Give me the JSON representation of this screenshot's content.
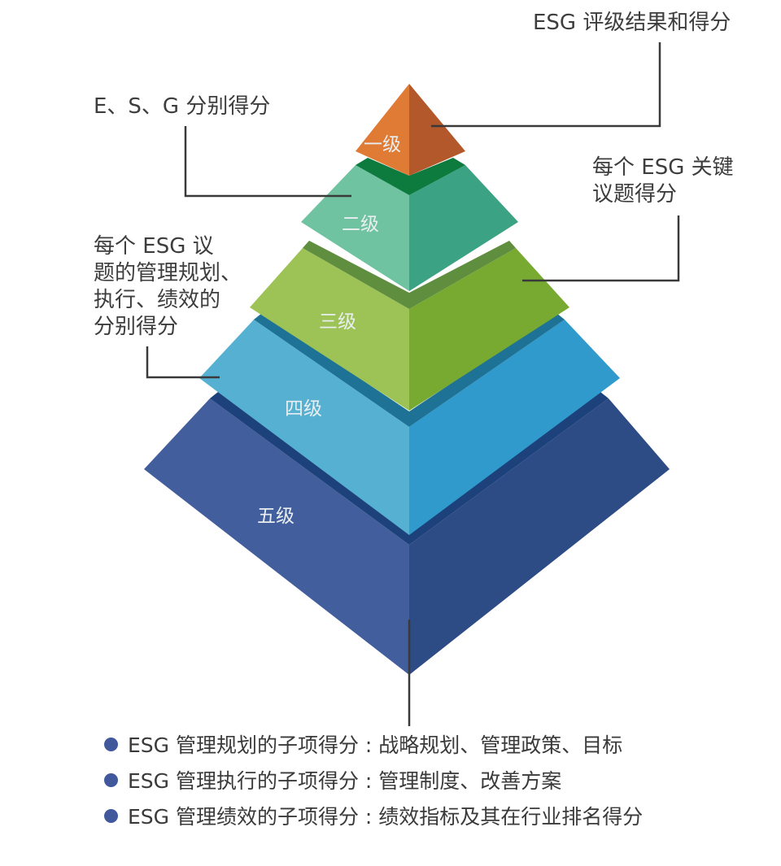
{
  "diagram": {
    "type": "pyramid",
    "tiers": [
      {
        "level": 1,
        "label": "一级",
        "colors": {
          "left": "#e07b35",
          "right": "#b2582a",
          "collar": "#0d7a3e"
        }
      },
      {
        "level": 2,
        "label": "二级",
        "colors": {
          "left": "#6fc3a0",
          "right": "#3ba283",
          "collar": "#5f8f3e"
        }
      },
      {
        "level": 3,
        "label": "三级",
        "colors": {
          "left": "#9dc356",
          "right": "#78aa32",
          "collar": "#1d7295"
        }
      },
      {
        "level": 4,
        "label": "四级",
        "colors": {
          "left": "#55b0d2",
          "right": "#2f9acb",
          "collar": "#1d427b"
        }
      },
      {
        "level": 5,
        "label": "五级",
        "colors": {
          "left": "#435e9d",
          "right": "#2d4b85"
        }
      }
    ],
    "annotations": {
      "top_right": "ESG 评级结果和得分",
      "upper_left": "E、S、G 分别得分",
      "right": [
        "每个 ESG 关键",
        "议题得分"
      ],
      "left": [
        "每个 ESG 议",
        "题的管理规划、",
        "执行、绩效的",
        "分别得分"
      ]
    },
    "legend": {
      "bullet_color": "#41599c",
      "items": [
        "ESG 管理规划的子项得分 : 战略规划、管理政策、目标",
        "ESG 管理执行的子项得分 : 管理制度、改善方案",
        "ESG 管理绩效的子项得分 : 绩效指标及其在行业排名得分"
      ]
    },
    "connector_color": "#3a3a3a"
  }
}
